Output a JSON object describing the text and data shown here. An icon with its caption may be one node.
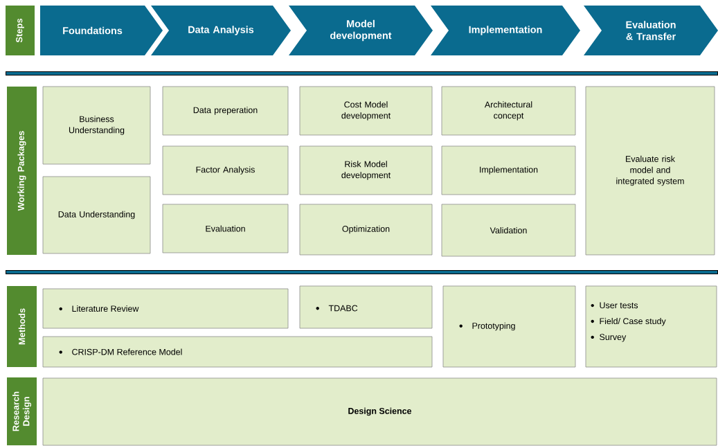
{
  "diagram": {
    "nodes": [
      {
        "text": [
          "Steps"
        ]
      },
      {
        "text": [
          "Foundations"
        ]
      },
      {
        "text": [
          "Data Analysis"
        ]
      },
      {
        "text": [
          "Model development"
        ]
      },
      {
        "text": [
          "Implementation"
        ]
      },
      {
        "text": [
          "Evaluation & Transfer"
        ]
      },
      {
        "text": [
          "Working Packages"
        ]
      },
      {
        "text": [
          "Business Understanding"
        ]
      },
      {
        "text": [
          "Data Understanding"
        ]
      },
      {
        "text": [
          "Data preperation"
        ]
      },
      {
        "text": [
          "Factor Analysis"
        ]
      },
      {
        "text": [
          "Evaluation"
        ]
      },
      {
        "text": [
          "Cost Model development"
        ]
      },
      {
        "text": [
          "Risk Model development"
        ]
      },
      {
        "text": [
          "Optimization"
        ]
      },
      {
        "text": [
          "Architectural concept"
        ]
      },
      {
        "text": [
          "Implementation"
        ]
      },
      {
        "text": [
          "Validation"
        ]
      },
      {
        "text": [
          "Evaluate risk model and integrated system"
        ]
      },
      {
        "text": [
          "Methods"
        ]
      },
      {
        "text": [
          "Literature Review"
        ]
      },
      {
        "text": [
          "TDABC"
        ]
      },
      {
        "text": [
          "Prototyping"
        ]
      },
      {
        "text": [
          "User tests",
          "Field/ Case study",
          "Survey"
        ]
      },
      {
        "text": [
          "CRISP-DM Reference Model"
        ]
      },
      {
        "text": [
          "Research Design"
        ]
      },
      {
        "text": [
          "Design Science"
        ]
      }
    ]
  }
}
